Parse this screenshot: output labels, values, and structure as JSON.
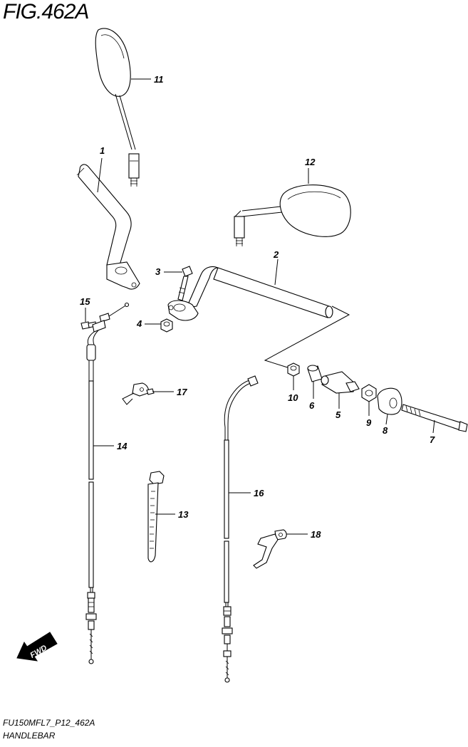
{
  "figure_title": "FIG.462A",
  "footer": {
    "code": "FU150MFL7_P12_462A",
    "name": "HANDLEBAR"
  },
  "fwd_label": "FWD",
  "callouts": {
    "p1": "1",
    "p2": "2",
    "p3": "3",
    "p4": "4",
    "p5": "5",
    "p6": "6",
    "p7": "7",
    "p8": "8",
    "p9": "9",
    "p10": "10",
    "p11": "11",
    "p12": "12",
    "p13": "13",
    "p14": "14",
    "p15": "15",
    "p16": "16",
    "p17": "17",
    "p18": "18"
  }
}
